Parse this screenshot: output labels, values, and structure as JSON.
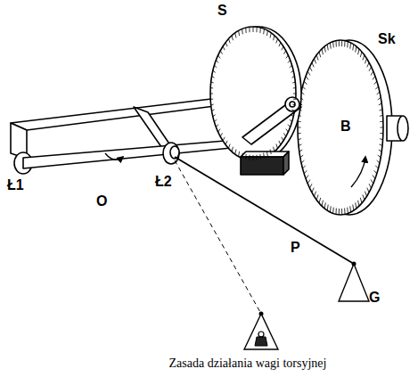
{
  "diagram": {
    "caption": "Zasada działania wagi torsyjnej",
    "labels": [
      "S",
      "Sk",
      "Ł1",
      "O",
      "Ł2",
      "B",
      "P",
      "G"
    ]
  }
}
